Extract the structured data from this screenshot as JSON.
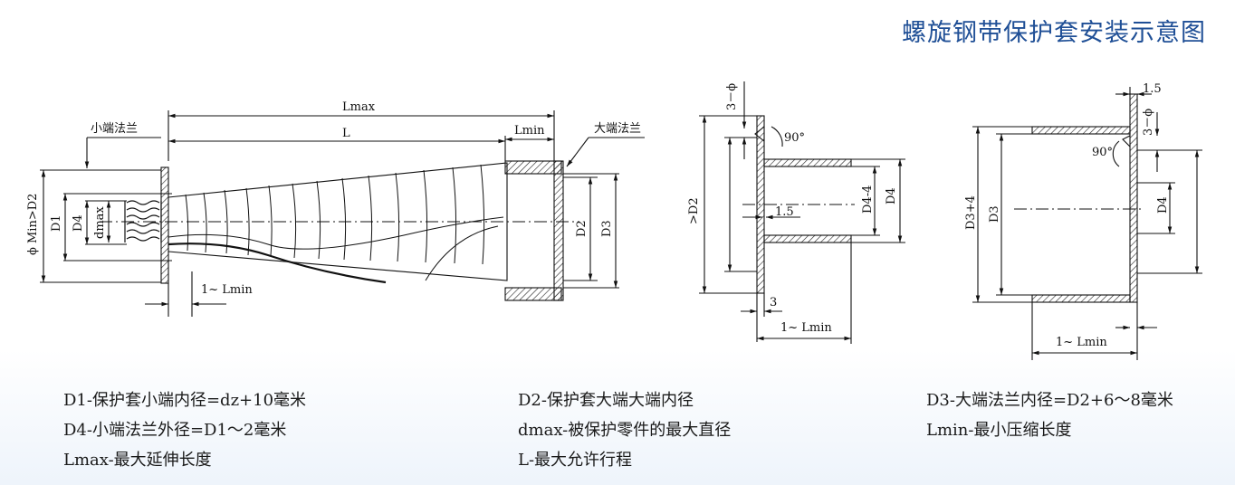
{
  "title": "螺旋钢带保护套安装示意图",
  "labels": {
    "lmax": "Lmax",
    "l": "L",
    "lmin": "Lmin",
    "small_flange": "小端法兰",
    "large_flange": "大端法兰",
    "phi_min_d2": "ϕ Min>D2",
    "d1": "D1",
    "d4": "D4",
    "dmax": "dmax",
    "d2": "D2",
    "d3": "D3",
    "one_lmin": "1~ Lmin",
    "gt_d2": ">D2",
    "three_phi": "3－ϕ",
    "deg90": "90°",
    "d4_minus_4": "D4-4",
    "d4_b": "D4",
    "one_five": "1.5",
    "three": "3",
    "one_lmin_b": "1~ Lmin",
    "d3_plus_4": "D3+4",
    "d3_c": "D3",
    "d4_c": "D4",
    "one_five_c": "1.5",
    "three_phi_c": "3－ϕ",
    "deg90_c": "90°",
    "one_lmin_c": "1~ Lmin"
  },
  "legend": {
    "col1": [
      "D1-保护套小端内径=dz+10毫米",
      "D4-小端法兰外径=D1～2毫米",
      "Lmax-最大延伸长度"
    ],
    "col2": [
      "D2-保护套大端大端内径",
      "dmax-被保护零件的最大直径",
      "L-最大允许行程"
    ],
    "col3": [
      "D3-大端法兰内径=D2+6～8毫米",
      "Lmin-最小压缩长度"
    ]
  }
}
